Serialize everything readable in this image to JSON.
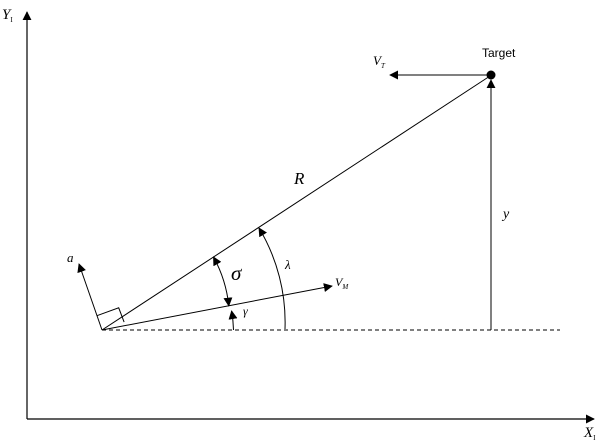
{
  "axes": {
    "x_label_main": "X",
    "x_label_sub": "I",
    "y_label_main": "Y",
    "y_label_sub": "I"
  },
  "target": {
    "label": "Target",
    "velocity_main": "V",
    "velocity_sub": "T",
    "altitude_label": "y"
  },
  "missile": {
    "velocity_main": "V",
    "velocity_sub": "M",
    "accel_label": "a"
  },
  "geometry": {
    "range_label": "R",
    "lead_angle_label": "σ",
    "los_angle_label": "λ",
    "flight_path_angle_label": "γ"
  },
  "colors": {
    "stroke": "#000000",
    "background": "#ffffff"
  }
}
